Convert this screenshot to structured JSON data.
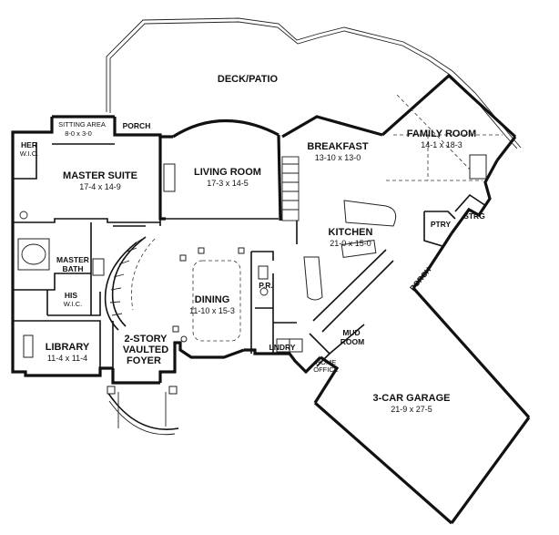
{
  "rooms": {
    "deck_patio": {
      "label": "DECK/PATIO"
    },
    "family_room": {
      "label": "FAMILY ROOM",
      "dims": "14-1 x 18-3"
    },
    "breakfast": {
      "label": "BREAKFAST",
      "dims": "13-10 x 13-0"
    },
    "sitting_area": {
      "label": "SITTING AREA",
      "dims": "8-0 x 3-0"
    },
    "porch_upper": {
      "label": "PORCH"
    },
    "her_wic": {
      "label1": "HER",
      "label2": "W.I.C."
    },
    "master_suite": {
      "label": "MASTER SUITE",
      "dims": "17-4 x 14-9"
    },
    "living_room": {
      "label": "LIVING ROOM",
      "dims": "17-3 x 14-5"
    },
    "kitchen": {
      "label": "KITCHEN",
      "dims": "21-0 x 15-0"
    },
    "ptry": {
      "label": "PTRY"
    },
    "strg": {
      "label": "STRG"
    },
    "master_bath": {
      "label1": "MASTER",
      "label2": "BATH"
    },
    "his_wic": {
      "label1": "HIS",
      "label2": "W.I.C."
    },
    "porch_side": {
      "label": "PORCH"
    },
    "pr": {
      "label": "P.R."
    },
    "dining": {
      "label": "DINING",
      "dims": "11-10 x 15-3"
    },
    "library": {
      "label": "LIBRARY",
      "dims": "11-4 x 11-4"
    },
    "foyer": {
      "label1": "2-STORY",
      "label2": "VAULTED",
      "label3": "FOYER"
    },
    "lndry": {
      "label": "LNDRY"
    },
    "mud_room": {
      "label1": "MUD",
      "label2": "ROOM"
    },
    "home_office": {
      "label1": "HOME",
      "label2": "OFFICE"
    },
    "garage": {
      "label": "3-CAR GARAGE",
      "dims": "21-9 x 27-5"
    }
  }
}
